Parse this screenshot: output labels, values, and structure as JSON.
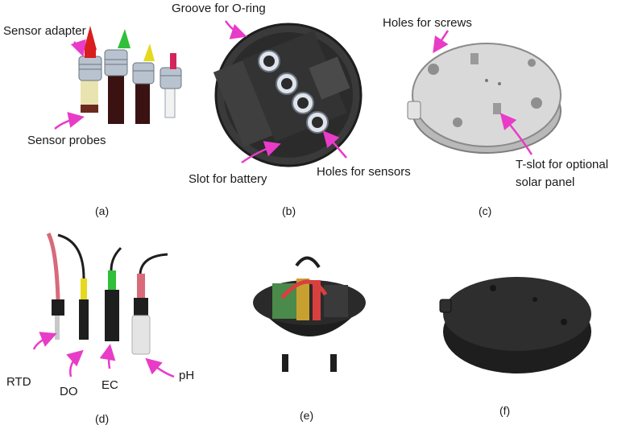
{
  "panels": [
    {
      "caption": "(a)",
      "labels": [
        "Sensor adapter",
        "Sensor probes"
      ]
    },
    {
      "caption": "(b)",
      "labels": [
        "Groove for O-ring",
        "Slot for battery",
        "Holes for sensors"
      ]
    },
    {
      "caption": "(c)",
      "labels": [
        "Holes for screws",
        "T-slot for optional",
        "solar panel"
      ]
    },
    {
      "caption": "(d)",
      "labels": [
        "RTD",
        "DO",
        "EC",
        "pH"
      ]
    },
    {
      "caption": "(e)",
      "labels": []
    },
    {
      "caption": "(f)",
      "labels": []
    }
  ],
  "colors": {
    "arrow": "#e83cc8",
    "housing_dark": "#2b2b2b",
    "housing_light": "#d8d8d8",
    "red_tip": "#d81e1e",
    "green_tip": "#2fbf3a",
    "yellow_tip": "#e6d81e",
    "pink_tip": "#d4245c"
  }
}
